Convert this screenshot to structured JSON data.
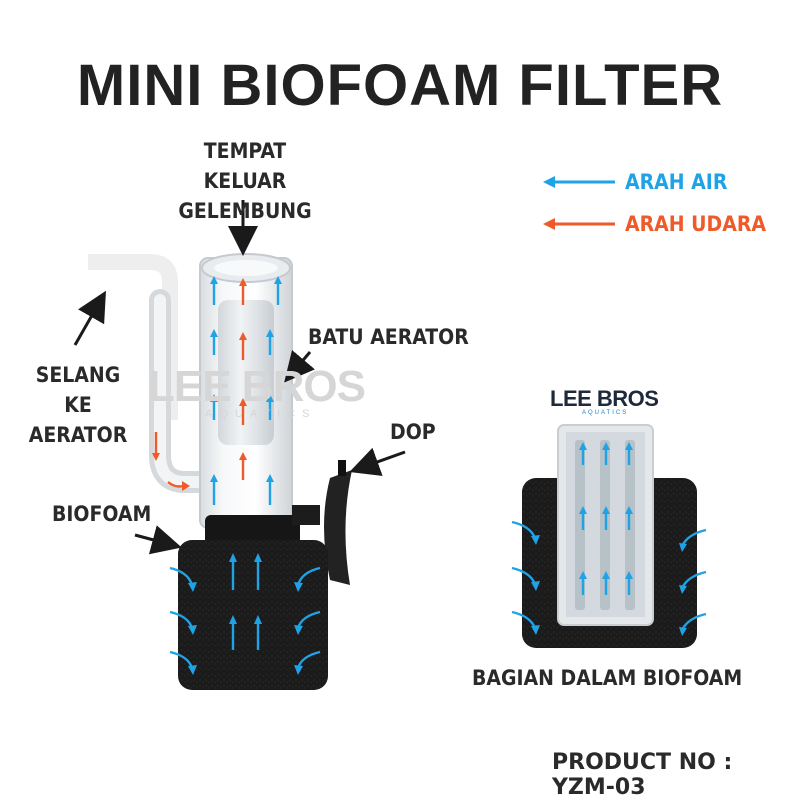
{
  "title": "MINI BIOFOAM FILTER",
  "labels": {
    "bubble_outlet_line1": "TEMPAT KELUAR",
    "bubble_outlet_line2": "GELEMBUNG",
    "air_stone": "BATU AERATOR",
    "hose_line1": "SELANG",
    "hose_line2": "KE AERATOR",
    "cap": "DOP",
    "biofoam": "BIOFOAM",
    "inner_part": "BAGIAN DALAM BIOFOAM"
  },
  "legend": {
    "water": "ARAH AIR",
    "air": "ARAH UDARA"
  },
  "brand": {
    "watermark": "LEE BROS",
    "watermark_sub": "AQUATICS",
    "logo": "LEE BROS",
    "logo_sub": "AQUATICS"
  },
  "product": "PRODUCT NO : YZM-03",
  "colors": {
    "water_arrow": "#1fa3e6",
    "air_arrow": "#ee5a2a",
    "foam": "#1c1c1c",
    "text": "#2a2a2a"
  }
}
